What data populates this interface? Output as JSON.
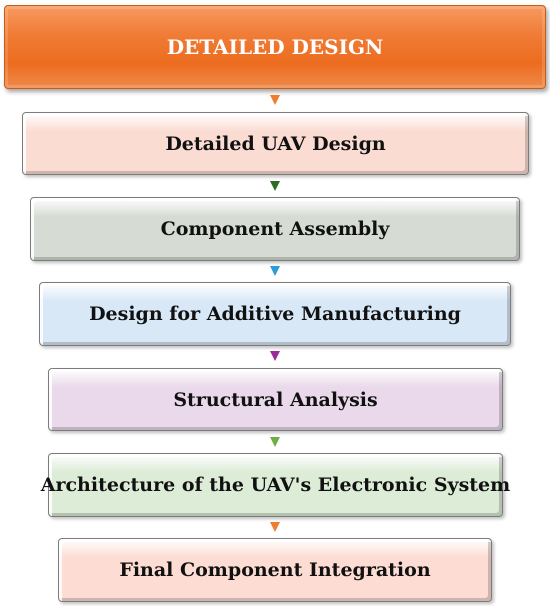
{
  "header": {
    "label": "DETAILED DESIGN",
    "color": "#ec6c1f"
  },
  "steps": [
    {
      "label": "Detailed UAV Design",
      "color": "#fadcd3",
      "arrow_color": "#ed7d31"
    },
    {
      "label": "Component Assembly",
      "color": "#d6dcd3",
      "arrow_color": "#2e6b23"
    },
    {
      "label": "Design for Additive Manufacturing",
      "color": "#d8e8f7",
      "arrow_color": "#2e9bd6"
    },
    {
      "label": "Structural Analysis",
      "color": "#e9d9ea",
      "arrow_color": "#9b2a9b"
    },
    {
      "label": "Architecture of the UAV's Electronic System",
      "color": "#dcecd6",
      "arrow_color": "#6fad47"
    },
    {
      "label": "Final Component Integration",
      "color": "#fcdcd3",
      "arrow_color": "#ed7d31"
    }
  ]
}
